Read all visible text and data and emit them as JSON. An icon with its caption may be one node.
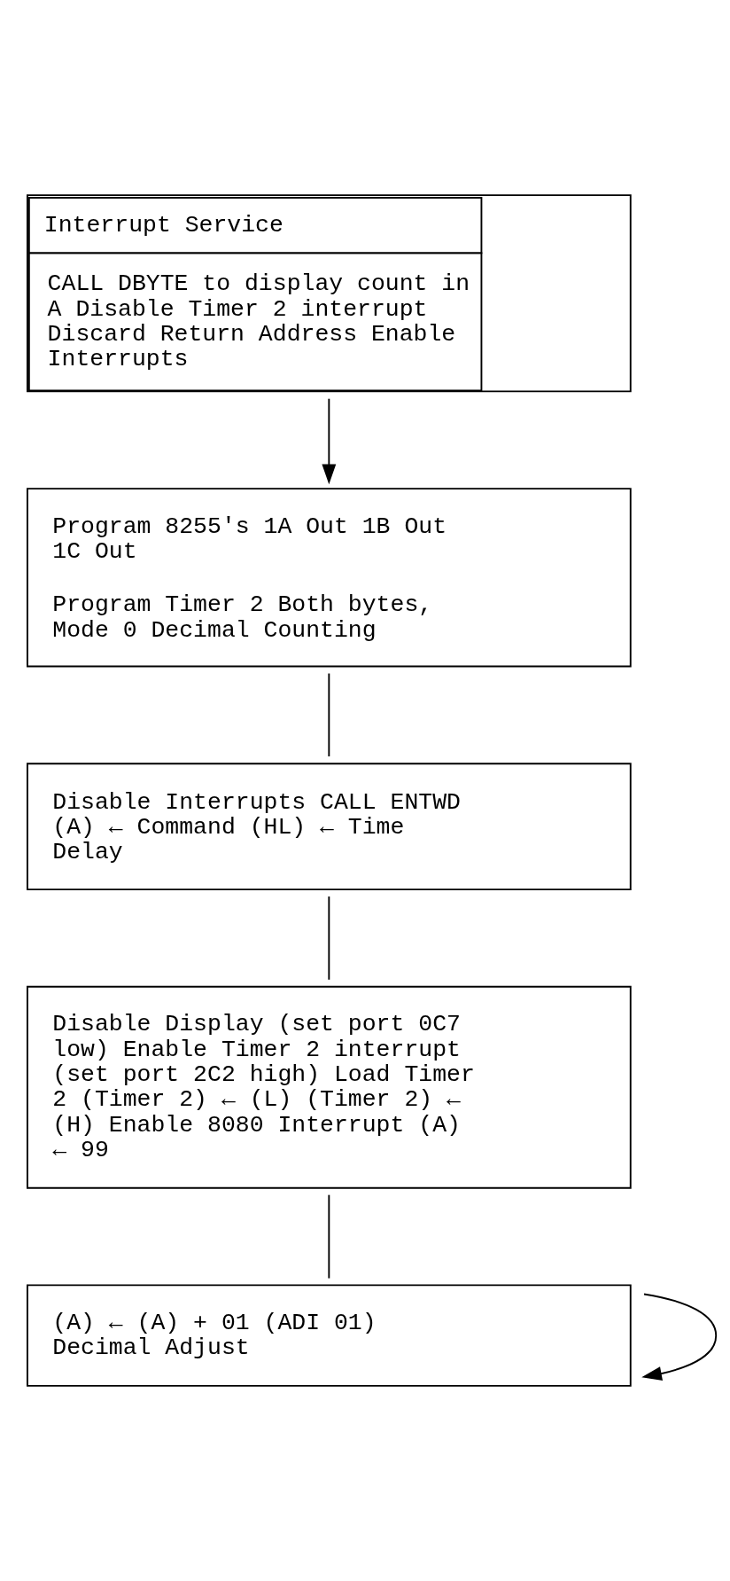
{
  "diagram": {
    "nodes": [
      {
        "text": [
          "Program 8255's 1A Out 1B Out 1C Out",
          "Program Timer 2 Both bytes, Mode 0 Decimal Counting"
        ]
      },
      {
        "text": [
          "Disable Interrupts CALL ENTWD (A) ← Command (HL) ← Time Delay"
        ]
      },
      {
        "text": [
          "Disable Display (set port 0C7 low) Enable Timer 2 interrupt (set port 2C2 high) Load Timer 2 (Timer 2) ← (L) (Timer 2) ← (H) Enable 8080 Interrupt (A) ← 99"
        ]
      },
      {
        "text": [
          "(A) ← (A) + 01 (ADI 01) Decimal Adjust"
        ]
      },
      {
        "text": [
          "Interrupt Service",
          "CALL DBYTE to display count in A Disable Timer 2 interrupt Discard Return Address Enable Interrupts"
        ]
      }
    ],
    "edges": [
      {
        "from": 0,
        "to": 1,
        "arrow": "none"
      },
      {
        "from": 1,
        "to": 2,
        "arrow": "none"
      },
      {
        "from": 2,
        "to": 3,
        "arrow": "none"
      },
      {
        "from": 3,
        "to": 3,
        "arrow": "to"
      },
      {
        "from": 4,
        "to": 0,
        "arrow": "to"
      }
    ]
  }
}
